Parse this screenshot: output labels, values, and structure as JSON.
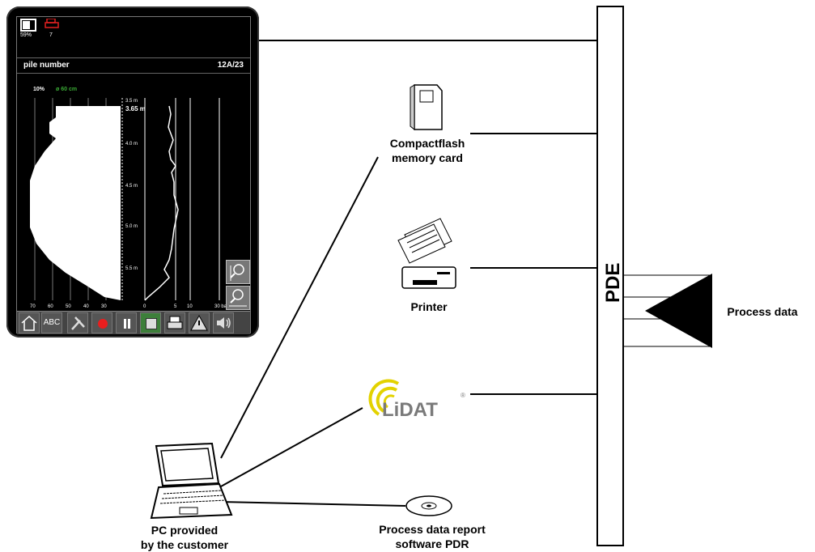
{
  "device": {
    "battery_label": "59%",
    "printer_count": "7",
    "pile_label": "pile number",
    "pile_value": "12A/23",
    "percent_label": "10%",
    "diameter_label": "ø 60 cm",
    "depth_marker": "3.65 m",
    "depth_ticks": [
      "3.5 m",
      "4.0 m",
      "4.5 m",
      "5.0 m",
      "5.5 m"
    ],
    "percent_ticks": [
      "70",
      "60",
      "50",
      "40",
      "30"
    ],
    "pressure_ticks": [
      "0",
      "5",
      "10",
      "30 bar"
    ],
    "toolbar": {
      "abc_label": "ABC"
    }
  },
  "nodes": {
    "compactflash": "Compactflash\nmemory card",
    "printer": "Printer",
    "pc": "PC provided\nby the customer",
    "pdr": "Process data report\nsoftware PDR",
    "process_data": "Process data",
    "pde": "PDE",
    "lidat_logo": "LiDAT",
    "lidat_reg": "®"
  }
}
